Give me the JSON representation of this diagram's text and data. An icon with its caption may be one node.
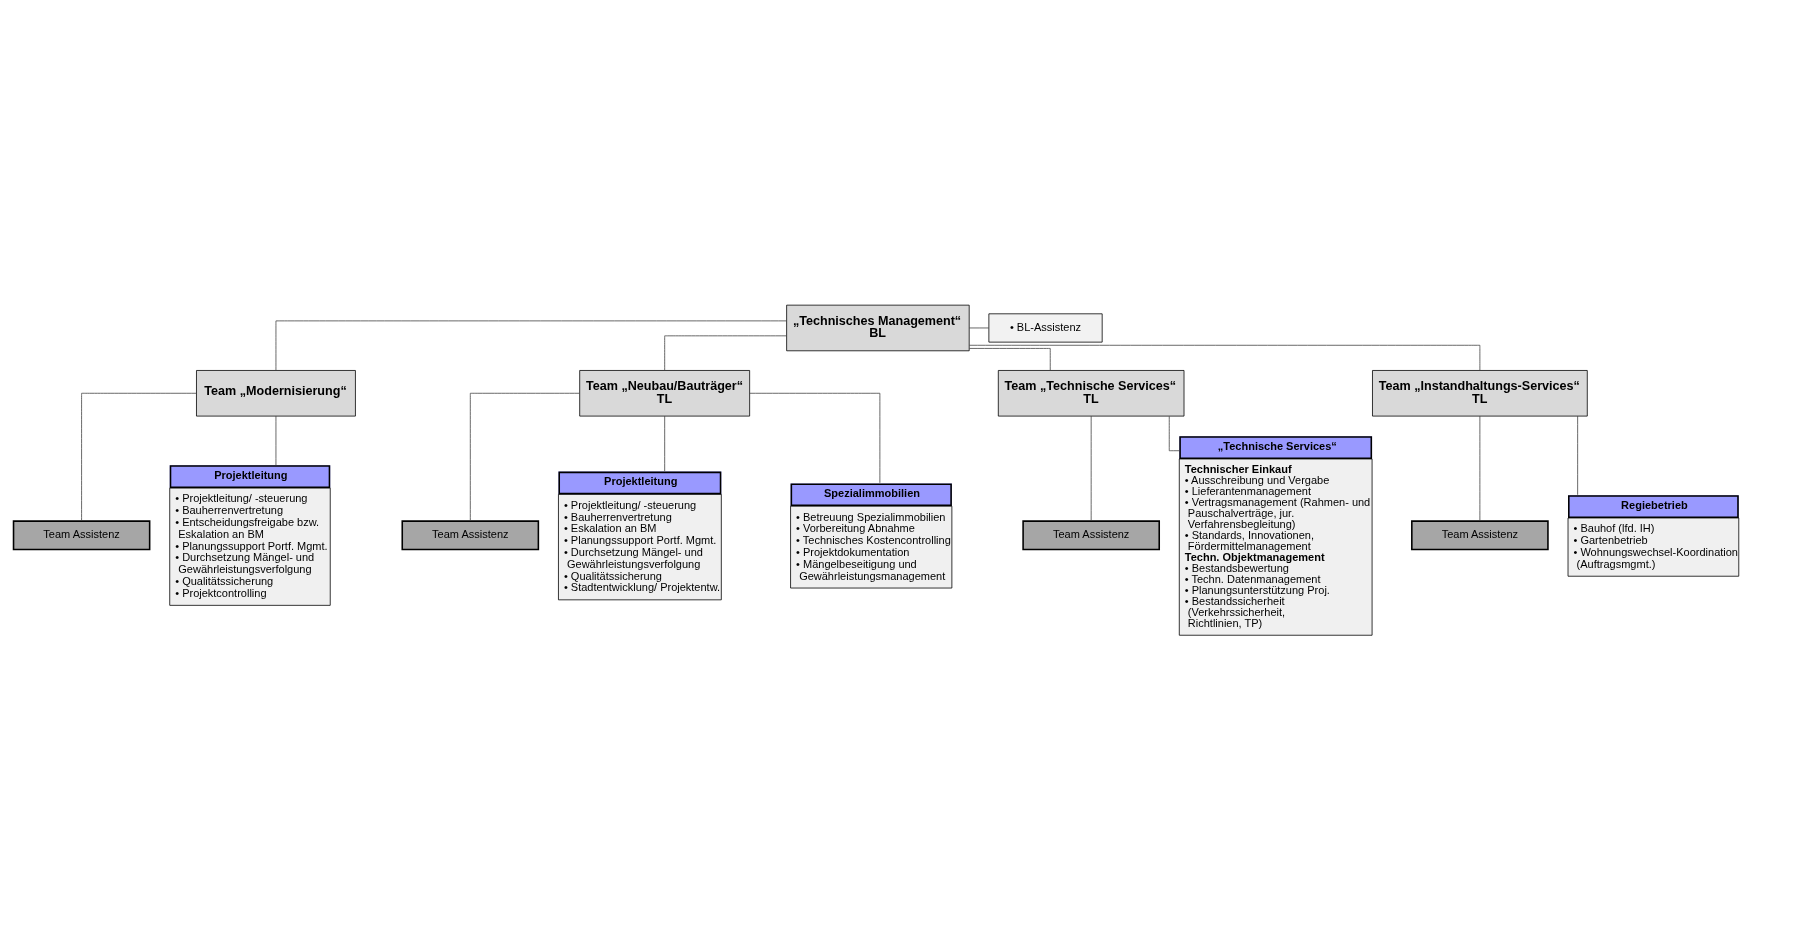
{
  "diagram": {
    "nodes": [
      {
        "text": [
          "„Technisches Management“",
          "BL"
        ]
      },
      {
        "text": [
          "• BL-Assistenz"
        ]
      },
      {
        "text": [
          "Team „Modernisierung“"
        ]
      },
      {
        "text": [
          "Team Assistenz"
        ]
      },
      {
        "text": [
          "Projektleitung",
          "• Projektleitung/ -steuerung",
          "• Bauherrenvertretung",
          "• Entscheidungsfreigabe bzw. Eskalation an BM",
          "• Planungssupport Portf. Mgmt.",
          "• Durchsetzung Mängel- und Gewährleistungsverfolgung",
          "• Qualitätssicherung",
          "• Projektcontrolling"
        ]
      },
      {
        "text": [
          "Team „Neubau/Bauträger“",
          "TL"
        ]
      },
      {
        "text": [
          "Team Assistenz"
        ]
      },
      {
        "text": [
          "Projektleitung",
          "• Projektleitung/ -steuerung",
          "• Bauherrenvertretung",
          "• Eskalation an BM",
          "• Planungssupport Portf. Mgmt.",
          "• Durchsetzung Mängel- und Gewährleistungsverfolgung",
          "• Qualitätssicherung",
          "• Stadtentwicklung/ Projektentw."
        ]
      },
      {
        "text": [
          "Spezialimmobilien",
          "• Betreuung Spezialimmobilien",
          "• Vorbereitung Abnahme",
          "• Technisches Kostencontrolling",
          "• Projektdokumentation",
          "• Mängelbeseitigung und Gewährleistungsmanagement"
        ]
      },
      {
        "text": [
          "Team „Technische Services“",
          "TL"
        ]
      },
      {
        "text": [
          "Team Assistenz"
        ]
      },
      {
        "text": [
          "„Technische Services“",
          "Technischer Einkauf",
          "• Ausschreibung und Vergabe",
          "• Lieferantenmanagement",
          "• Vertragsmanagement (Rahmen- und Pauschalverträge, jur. Verfahrensbegleitung)",
          "• Standards, Innovationen, Fördermittelmanagement",
          "Techn. Objektmanagement",
          "• Bestandsbewertung",
          "• Techn. Datenmanagement",
          "• Planungsunterstützung Proj.",
          "• Bestandssicherheit (Verkehrssicherheit, Richtlinien, TP)"
        ]
      },
      {
        "text": [
          "Team „Instandhaltungs-Services“",
          "TL"
        ]
      },
      {
        "text": [
          "Team Assistenz"
        ]
      },
      {
        "text": [
          "Regiebetrieb",
          "• Bauhof (lfd. IH)",
          "• Gartenbetrieb",
          "• Wohnungswechsel-Koordination (Auftragsmgmt.)"
        ]
      }
    ],
    "edges": [
      {
        "from": 0,
        "to": 1,
        "arrow": "none"
      },
      {
        "from": 0,
        "to": 2,
        "arrow": "none"
      },
      {
        "from": 0,
        "to": 5,
        "arrow": "none"
      },
      {
        "from": 0,
        "to": 9,
        "arrow": "none"
      },
      {
        "from": 0,
        "to": 12,
        "arrow": "none"
      },
      {
        "from": 2,
        "to": 3,
        "arrow": "none"
      },
      {
        "from": 2,
        "to": 4,
        "arrow": "none"
      },
      {
        "from": 5,
        "to": 6,
        "arrow": "none"
      },
      {
        "from": 5,
        "to": 7,
        "arrow": "none"
      },
      {
        "from": 5,
        "to": 8,
        "arrow": "none"
      },
      {
        "from": 9,
        "to": 10,
        "arrow": "none"
      },
      {
        "from": 9,
        "to": 11,
        "arrow": "none"
      },
      {
        "from": 12,
        "to": 13,
        "arrow": "none"
      },
      {
        "from": 12,
        "to": 14,
        "arrow": "none"
      }
    ]
  }
}
